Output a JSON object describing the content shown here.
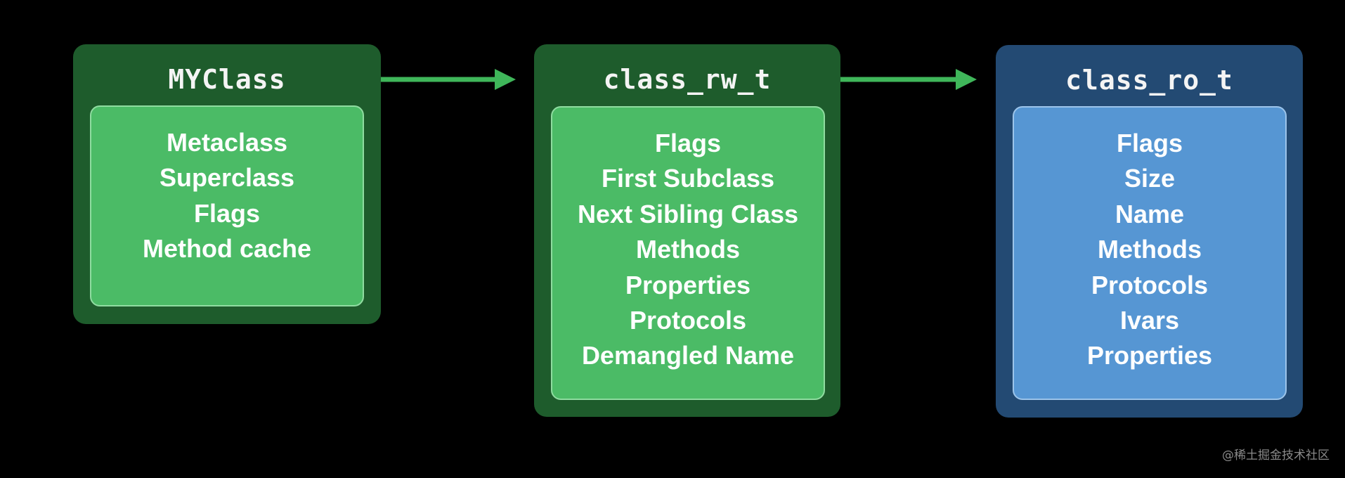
{
  "diagram": {
    "boxes": [
      {
        "title": "MYClass",
        "fields": [
          "Metaclass",
          "Superclass",
          "Flags",
          "Method cache"
        ]
      },
      {
        "title": "class_rw_t",
        "fields": [
          "Flags",
          "First Subclass",
          "Next Sibling Class",
          "Methods",
          "Properties",
          "Protocols",
          "Demangled Name"
        ]
      },
      {
        "title": "class_ro_t",
        "fields": [
          "Flags",
          "Size",
          "Name",
          "Methods",
          "Protocols",
          "Ivars",
          "Properties"
        ]
      }
    ],
    "colors": {
      "background": "#000000",
      "green_outer": "#1e5c2c",
      "green_inner": "#4bbb66",
      "blue_outer": "#234a73",
      "blue_inner": "#5696d3",
      "arrow": "#3fb65a"
    }
  },
  "watermark": "@稀土掘金技术社区"
}
